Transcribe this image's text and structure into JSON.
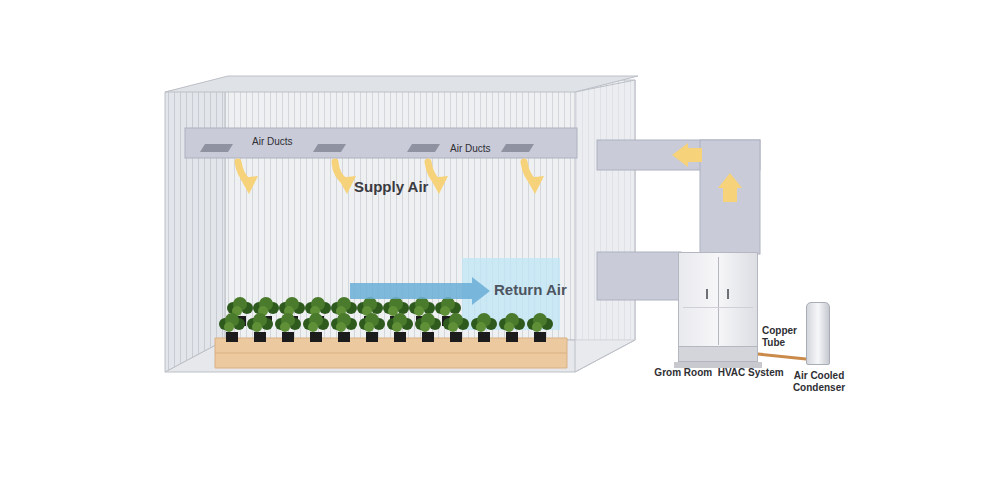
{
  "diagram": {
    "nodes": [
      {
        "text": [
          "Grom Room  HVAC System"
        ]
      },
      {
        "text": [
          "Air Cooled Condenser"
        ]
      }
    ],
    "edges": [
      {
        "from": 0,
        "to": 1,
        "arrow": "none",
        "label": "Copper Tube"
      }
    ],
    "labels": [
      "Air Ducts",
      "Air Ducts",
      "Supply Air",
      "Return Air"
    ]
  }
}
